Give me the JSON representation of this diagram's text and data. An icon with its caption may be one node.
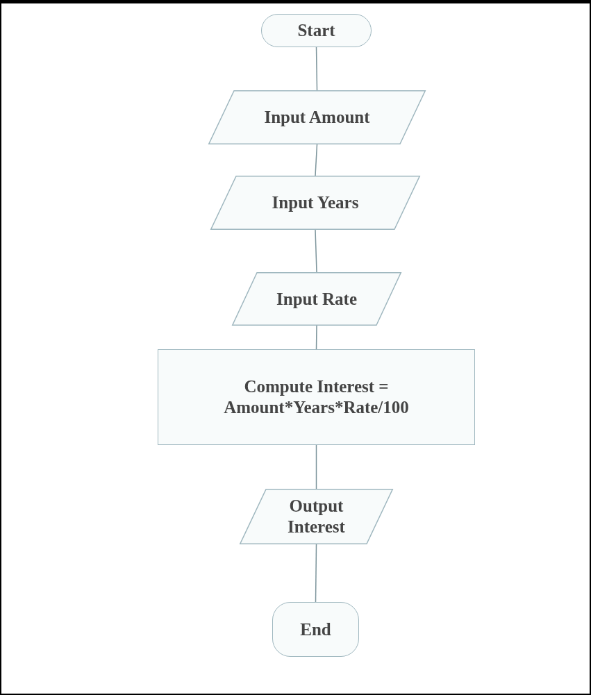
{
  "diagram": {
    "nodes": [
      {
        "text": [
          "Start"
        ]
      },
      {
        "text": [
          "Input Amount"
        ]
      },
      {
        "text": [
          "Input Years"
        ]
      },
      {
        "text": [
          "Input Rate"
        ]
      },
      {
        "text": [
          "Compute Interest = Amount*Years*Rate/100"
        ]
      },
      {
        "text": [
          "Output Interest"
        ]
      },
      {
        "text": [
          "End"
        ]
      }
    ],
    "edges": [
      {
        "from": 0,
        "to": 1,
        "arrow": "none"
      },
      {
        "from": 1,
        "to": 2,
        "arrow": "none"
      },
      {
        "from": 2,
        "to": 3,
        "arrow": "none"
      },
      {
        "from": 3,
        "to": 4,
        "arrow": "none"
      },
      {
        "from": 4,
        "to": 5,
        "arrow": "none"
      },
      {
        "from": 5,
        "to": 6,
        "arrow": "none"
      }
    ]
  }
}
